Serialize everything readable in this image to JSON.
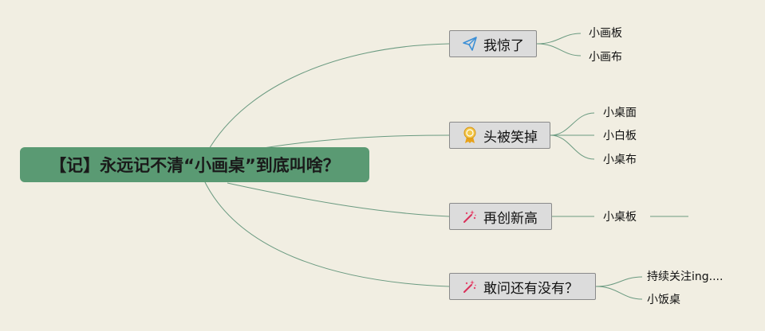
{
  "root": {
    "title": "【记】永远记不清“小画桌”到底叫啥？"
  },
  "branches": [
    {
      "label": "我惊了",
      "icon": "paper-plane-icon",
      "children": [
        "小画板",
        "小画布"
      ]
    },
    {
      "label": "头被笑掉",
      "icon": "award-ribbon-icon",
      "children": [
        "小桌面",
        "小白板",
        "小桌布"
      ]
    },
    {
      "label": "再创新高",
      "icon": "sparkle-wand-icon",
      "children": [
        "小桌板"
      ]
    },
    {
      "label": "敢问还有没有？",
      "icon": "sparkle-wand-icon",
      "children": [
        "持续关注ing....",
        "小饭桌"
      ]
    }
  ],
  "colors": {
    "line": "#6a9a80",
    "root_bg": "#5a9a73",
    "branch_bg": "#dcdcdc",
    "background": "#f1eee2"
  }
}
